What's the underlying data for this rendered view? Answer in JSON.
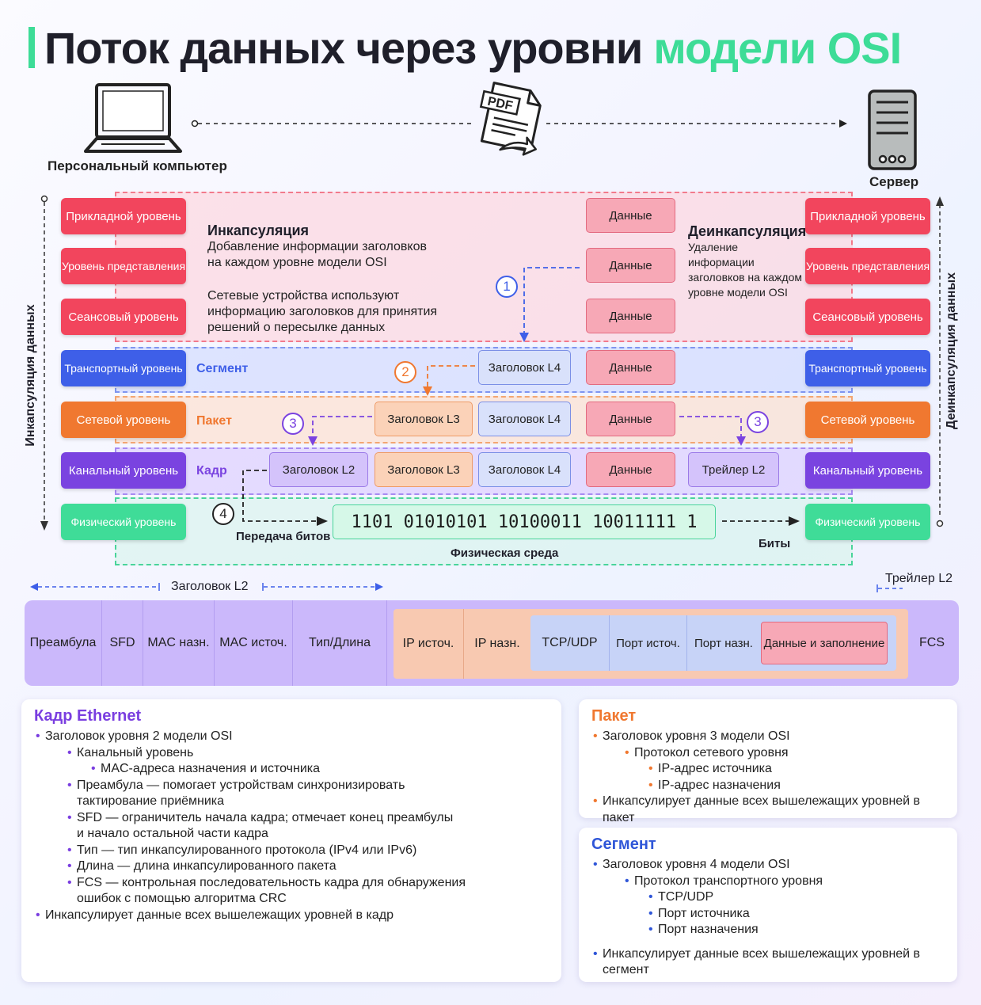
{
  "title": {
    "main": "Поток данных через уровни",
    "accent": "модели OSI"
  },
  "devices": {
    "pc_label": "Персональный компьютер",
    "server_label": "Сервер",
    "file_icon": "pdf-file-icon",
    "file_text": "PDF"
  },
  "layers_left": [
    "Прикладной уровень",
    "Уровень представления",
    "Сеансовый уровень",
    "Транспортный уровень",
    "Сетевой уровень",
    "Канальный уровень",
    "Физический уровень"
  ],
  "layers_right": [
    "Прикладной уровень",
    "Уровень представления",
    "Сеансовый уровень",
    "Транспортный уровень",
    "Сетевой уровень",
    "Канальный уровень",
    "Физический уровень"
  ],
  "side_labels": {
    "left": "Инкапсуляция данных",
    "right": "Деинкапсуляция данных"
  },
  "encapsulation": {
    "title": "Инкапсуляция",
    "line1": "Добавление информации заголовков",
    "line2": "на каждом уровне модели OSI",
    "line3": "Сетевые устройства используют",
    "line4": "информацию заголовков для принятия",
    "line5": "решений о пересылке данных"
  },
  "decapsulation": {
    "title": "Деинкапсуляция",
    "line1": "Удаление информации",
    "line2": "заголовков на каждом",
    "line3": "уровне модели OSI"
  },
  "pdu_labels": {
    "segment": "Сегмент",
    "packet": "Пакет",
    "frame": "Кадр"
  },
  "blocks": {
    "data": "Данные",
    "l4": "Заголовок L4",
    "l3": "Заголовок L3",
    "l2": "Заголовок L2",
    "trailer": "Трейлер L2"
  },
  "steps": [
    "1",
    "2",
    "3",
    "3",
    "4"
  ],
  "physical": {
    "bits": "1101 01010101 10100011 10011111 1",
    "transfer": "Передача битов",
    "medium": "Физическая среда",
    "bits_label": "Биты"
  },
  "frame_structure": {
    "header_label": "Заголовок L2",
    "trailer_label": "Трейлер L2",
    "header_fields": [
      "Преамбула",
      "SFD",
      "MAC назн.",
      "MAC источ.",
      "Тип/Длина"
    ],
    "packet_fields": [
      "IP источ.",
      "IP назн."
    ],
    "segment_fields": [
      "TCP/UDP",
      "Порт источ.",
      "Порт назн."
    ],
    "payload": "Данные и заполнение",
    "fcs": "FCS"
  },
  "cards": {
    "ethernet": {
      "title": "Кадр Ethernet",
      "items": [
        "Заголовок уровня 2 модели OSI",
        "Канальный уровень",
        "MAC-адреса назначения и источника",
        "Преамбула — помогает устройствам синхронизировать",
        "тактирование приёмника",
        "SFD — ограничитель начала кадра; отмечает конец преамбулы",
        "и начало остальной части кадра",
        "Тип — тип инкапсулированного протокола (IPv4 или IPv6)",
        "Длина — длина инкапсулированного пакета",
        "FCS — контрольная последовательность кадра для обнаружения",
        "ошибок с помощью алгоритма CRC",
        "Инкапсулирует данные всех вышележащих уровней в кадр"
      ]
    },
    "packet": {
      "title": "Пакет",
      "items": [
        "Заголовок уровня 3 модели OSI",
        "Протокол сетевого уровня",
        "IP-адрес источника",
        "IP-адрес назначения",
        "Инкапсулирует данные всех вышележащих уровней в пакет"
      ]
    },
    "segment": {
      "title": "Сегмент",
      "items": [
        "Заголовок уровня 4 модели OSI",
        "Протокол транспортного уровня",
        "TCP/UDP",
        "Порт источника",
        "Порт назначения",
        "Инкапсулирует данные всех вышележащих уровней в сегмент"
      ]
    }
  },
  "colors": {
    "accent_green": "#3ddc97",
    "application_red": "#f2455d",
    "transport_blue": "#3e5fe8",
    "network_orange": "#f07830",
    "datalink_purple": "#7a43e0",
    "physical_green": "#3fdc98"
  }
}
